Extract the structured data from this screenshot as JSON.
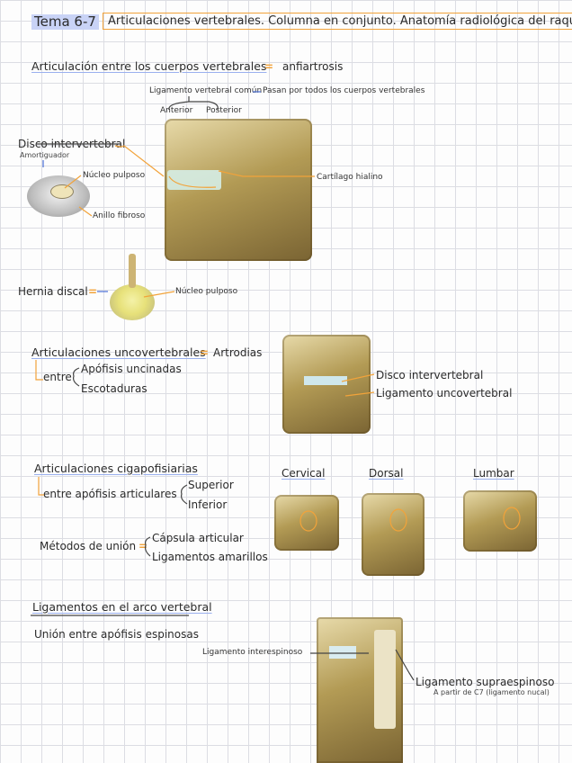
{
  "header": {
    "tema": "Tema 6-7",
    "title": "Articulaciones vertebrales. Columna en conjunto. Anatomía radiológica del raquis."
  },
  "s1": {
    "heading": "Articulación entre los cuerpos vertebrales",
    "eq": "=",
    "value": "anfiartrosis",
    "lig_label": "Ligamento vertebral común",
    "lig_note": "Pasan por todos los cuerpos vertebrales",
    "anterior": "Anterior",
    "posterior": "Posterior",
    "disco": "Disco intervertebral",
    "amortiguador": "Amortiguador",
    "nucleo": "Núcleo pulposo",
    "anillo": "Anillo fibroso",
    "cartilago": "Cartílago hialino"
  },
  "hernia": {
    "label": "Hernia discal",
    "eq": "=",
    "nucleo": "Núcleo pulposo"
  },
  "s2": {
    "heading": "Articulaciones uncovertebrales",
    "eq": "=",
    "value": "Artrodias",
    "entre": "entre",
    "item1": "Apófisis uncinadas",
    "item2": "Escotaduras",
    "disco": "Disco intervertebral",
    "ligamento": "Ligamento uncovertebral"
  },
  "s3": {
    "heading": "Articulaciones cigapofisiarias",
    "entre": "entre apófisis articulares",
    "sup": "Superior",
    "inf": "Inferior",
    "metodos": "Métodos de unión",
    "eq": "=",
    "cap": "Cápsula articular",
    "lig": "Ligamentos amarillos",
    "cervical": "Cervical",
    "dorsal": "Dorsal",
    "lumbar": "Lumbar"
  },
  "s4": {
    "heading": "Ligamentos en el arco vertebral",
    "union": "Unión entre apófisis espinosas",
    "inter": "Ligamento interespinoso",
    "supra": "Ligamento supraespinoso",
    "nota": "A partir de C7 (ligamento nucal)"
  },
  "colors": {
    "accent": "#f2a33a",
    "highlight": "#c9d3f6",
    "grid": "#dcdde3",
    "bone": "#b39b55"
  }
}
